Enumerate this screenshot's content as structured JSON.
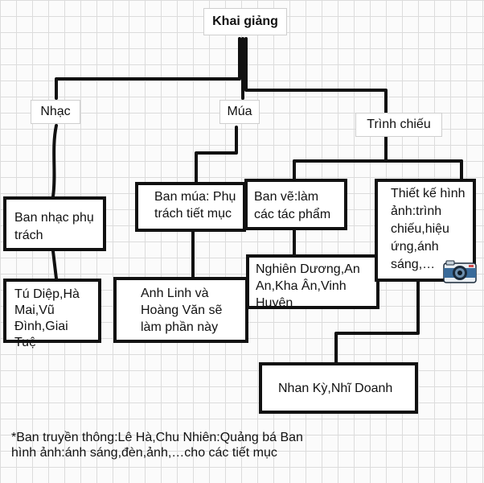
{
  "diagram": {
    "root": "Khai giảng",
    "categories": [
      "Nhạc",
      "Múa",
      "Trình chiếu"
    ],
    "boxes": {
      "ban_nhac": "Ban nhạc phụ trách",
      "ban_nhac_members": "Tú Diệp,Hà Mai,Vũ Đình,Giai Tuệ",
      "ban_mua": "Ban múa: Phụ trách tiết mục",
      "ban_mua_members": "Anh Linh và Hoàng Văn sẽ làm phần này",
      "ban_ve": "Ban vẽ:làm các tác phẩm",
      "ban_ve_members": "Nghiên Dương,An An,Kha Ân,Vinh Huyên",
      "thiet_ke": "Thiết kế hình ảnh:trình chiếu,hiệu ứng,ánh sáng,…",
      "thiet_ke_members": "Nhan Kỳ,Nhĩ Doanh"
    },
    "footer_note": "*Ban truyền thông:Lê Hà,Chu Nhiên:Quảng bá Ban hình ảnh:ánh sáng,đèn,ảnh,…cho các tiết mục"
  }
}
